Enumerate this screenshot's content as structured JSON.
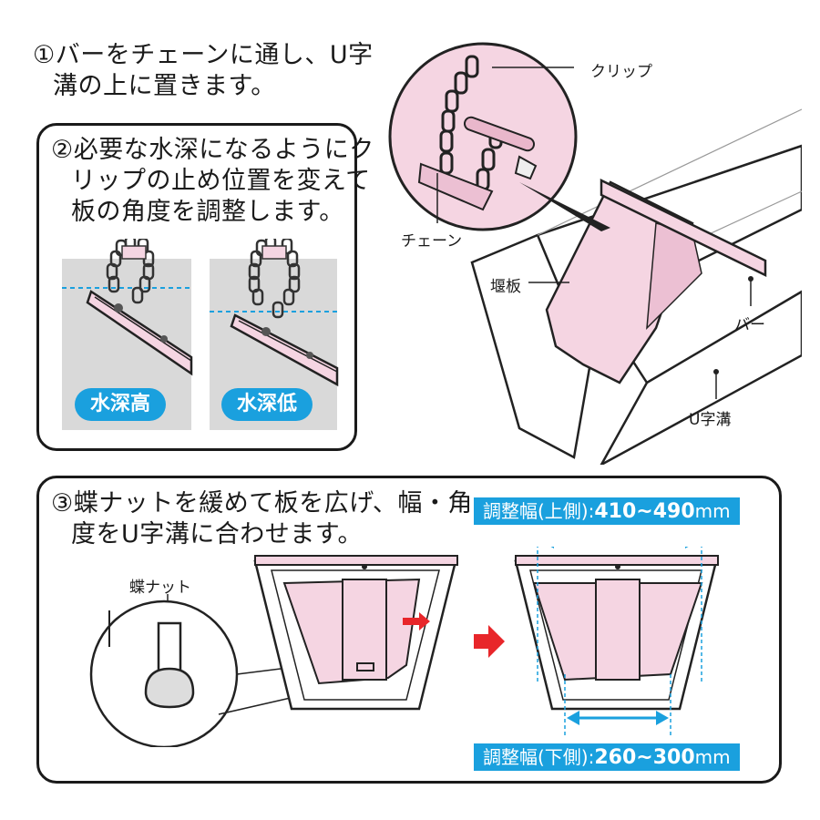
{
  "step1": {
    "line1": "①バーをチェーンに通し、U字",
    "line2": "溝の上に置きます。"
  },
  "step2": {
    "line1": "②必要な水深になるようにク",
    "line2": "リップの止め位置を変えて",
    "line3": "板の角度を調整します。"
  },
  "step3": {
    "line1": "③蝶ナットを緩めて板を広げ、幅・角",
    "line2": "度をU字溝に合わせます。"
  },
  "badges": {
    "high": "水深高",
    "low": "水深低"
  },
  "callouts": {
    "clip": "クリップ",
    "chain": "チェーン",
    "weir": "堰板",
    "bar": "バー",
    "u_channel": "U字溝",
    "wing_nut": "蝶ナット"
  },
  "range_top": {
    "prefix": "調整幅(上側):",
    "value": "410~490",
    "unit": "mm"
  },
  "range_bottom": {
    "prefix": "調整幅(下側):",
    "value": "260~300",
    "unit": "mm"
  },
  "colors": {
    "accent": "#1aa0de",
    "pink": "#f5d5e2",
    "red": "#e8262a",
    "gray": "#d9d9d9"
  }
}
